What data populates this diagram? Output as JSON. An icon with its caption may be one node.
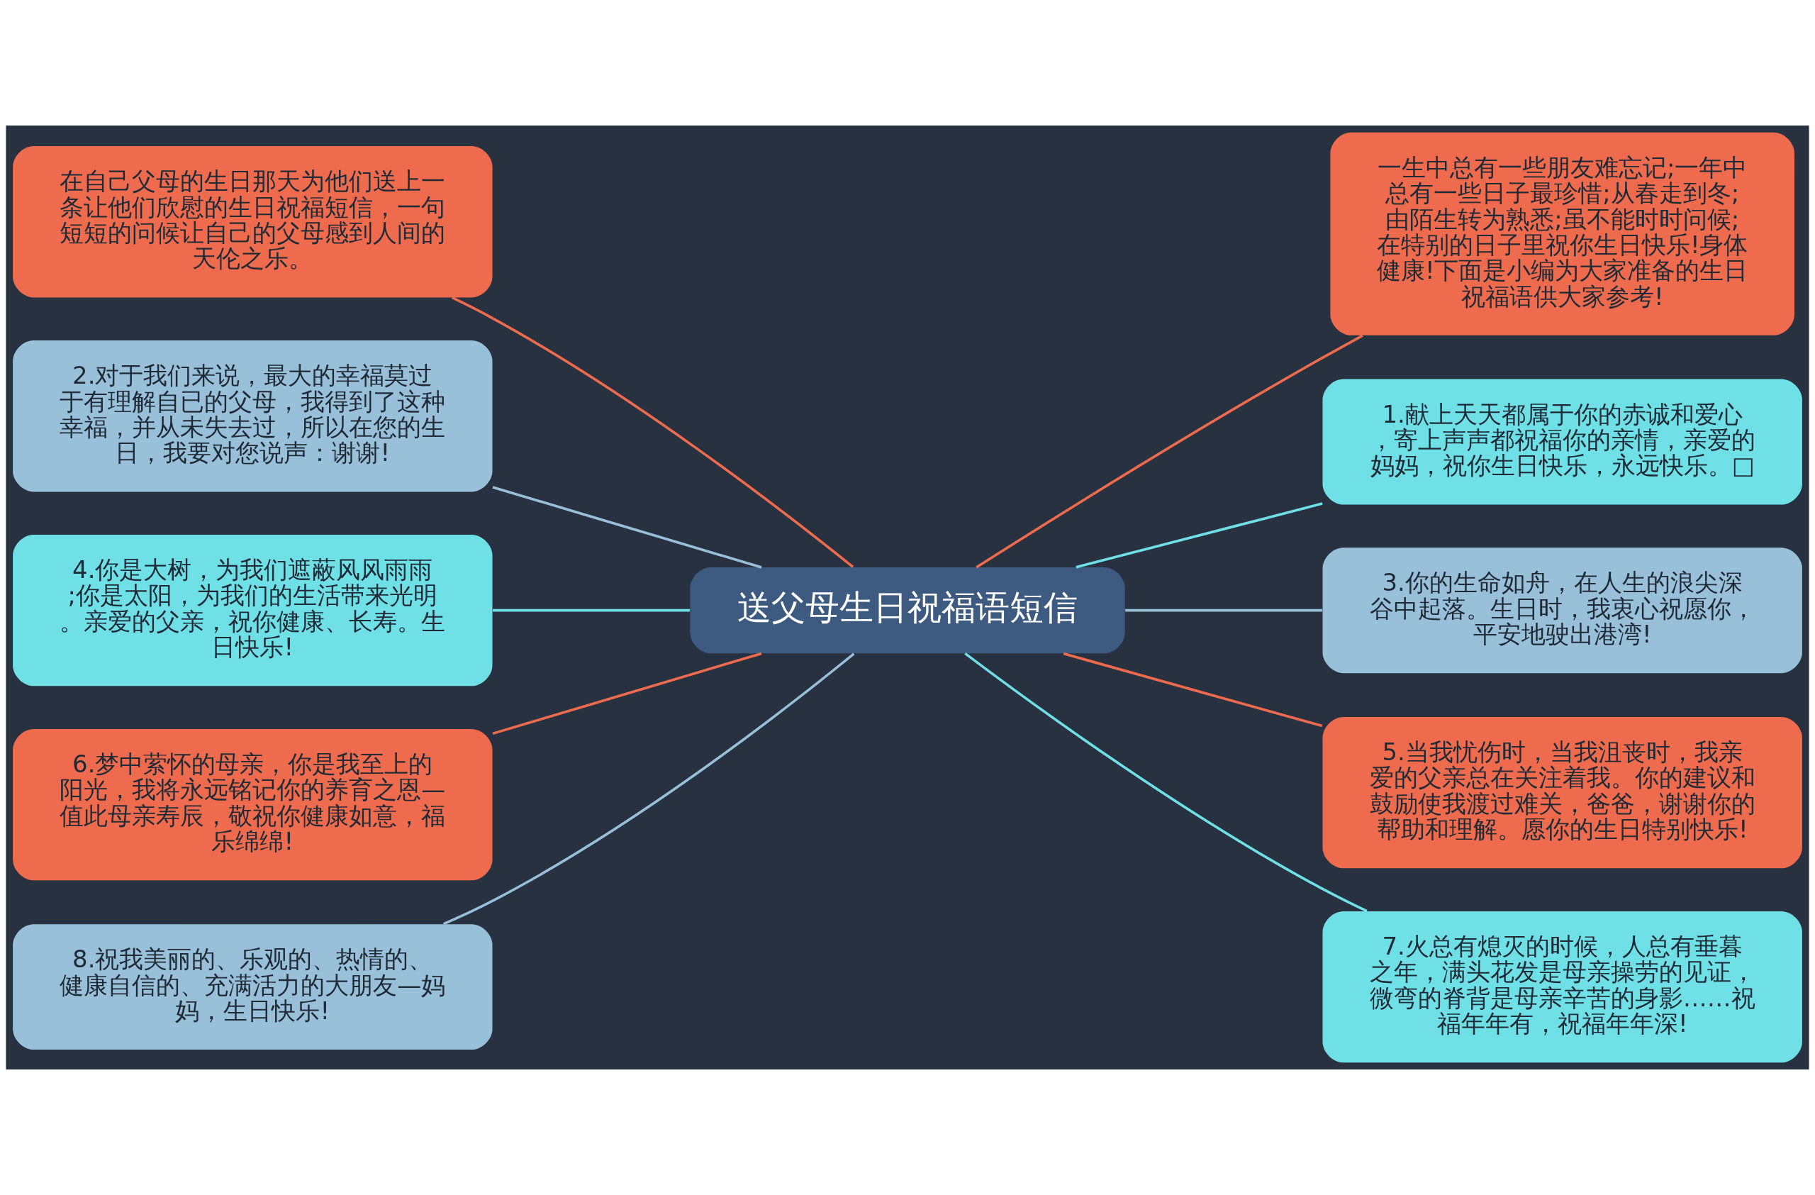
{
  "diagram": {
    "nodes": [
      {
        "text": [
          "送父母生日祝福语短信"
        ]
      },
      {
        "text": [
          "在自己父母的生日那天为他们送上一条让他们欣慰的生日祝福短信，一句短短的问候让自己的父母感到人间的天伦之乐。"
        ]
      },
      {
        "text": [
          "2.对于我们来说，最大的幸福莫过于有理解自已的父母，我得到了这种幸福，并从未失去过，所以在您的生日，我要对您说声：谢谢!"
        ]
      },
      {
        "text": [
          "4.你是大树，为我们遮蔽风风雨雨;你是太阳，为我们的生活带来光明。亲爱的父亲，祝你健康、长寿。生日快乐!"
        ]
      },
      {
        "text": [
          "6.梦中萦怀的母亲，你是我至上的阳光，我将永远铭记你的养育之恩—值此母亲寿辰，敬祝你健康如意，福乐绵绵!"
        ]
      },
      {
        "text": [
          "8.祝我美丽的、乐观的、热情的、健康自信的、充满活力的大朋友—妈妈，生日快乐!"
        ]
      },
      {
        "text": [
          "一生中总有一些朋友难忘记;一年中总有一些日子最珍惜;从春走到冬;由陌生转为熟悉;虽不能时时问候;在特别的日子里祝你生日快乐!身体健康!下面是小编为大家准备的生日祝福语供大家参考!"
        ]
      },
      {
        "text": [
          "1.献上天天都属于你的赤诚和爱心，寄上声声都祝福你的亲情，亲爱的妈妈，祝你生日快乐，永远快乐。□"
        ]
      },
      {
        "text": [
          "3.你的生命如舟，在人生的浪尖深谷中起落。生日时，我衷心祝愿你，平安地驶出港湾!"
        ]
      },
      {
        "text": [
          "5.当我忧伤时，当我沮丧时，我亲爱的父亲总在关注着我。你的建议和鼓励使我渡过难关，爸爸，谢谢你的帮助和理解。愿你的生日特别快乐!"
        ]
      },
      {
        "text": [
          "7.火总有熄灭的时候，人总有垂暮之年，满头花发是母亲操劳的见证，微弯的脊背是母亲辛苦的身影……祝福年年有，祝福年年深!"
        ]
      }
    ],
    "edges": [
      {
        "from": 0,
        "to": 1,
        "arrow": "none",
        "color": "#ee6c4d"
      },
      {
        "from": 0,
        "to": 2,
        "arrow": "none",
        "color": "#98c1d9"
      },
      {
        "from": 0,
        "to": 3,
        "arrow": "none",
        "color": "#6ee0e6"
      },
      {
        "from": 0,
        "to": 4,
        "arrow": "none",
        "color": "#ee6c4d"
      },
      {
        "from": 0,
        "to": 5,
        "arrow": "none",
        "color": "#98c1d9"
      },
      {
        "from": 0,
        "to": 6,
        "arrow": "none",
        "color": "#ee6c4d"
      },
      {
        "from": 0,
        "to": 7,
        "arrow": "none",
        "color": "#6ee0e6"
      },
      {
        "from": 0,
        "to": 8,
        "arrow": "none",
        "color": "#98c1d9"
      },
      {
        "from": 0,
        "to": 9,
        "arrow": "none",
        "color": "#ee6c4d"
      },
      {
        "from": 0,
        "to": 10,
        "arrow": "none",
        "color": "#6ee0e6"
      }
    ]
  }
}
